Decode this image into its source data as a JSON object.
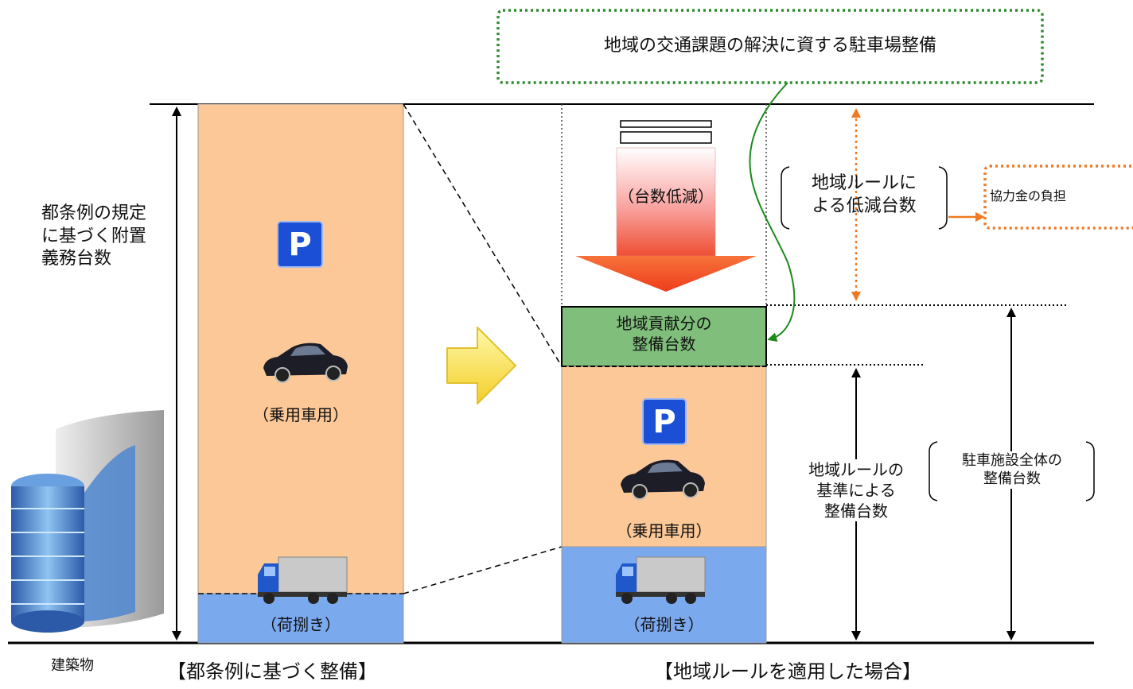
{
  "colors": {
    "peach": "#fcc897",
    "blue": "#7ba9ee",
    "green": "#7fbf7b",
    "green_line": "#1c8a1c",
    "orange": "#f07a22",
    "parking_sign": "#1a4fd6"
  },
  "icons": {
    "parking": "parking-sign-icon",
    "car": "car-icon",
    "truck": "truck-icon",
    "building": "building-icon",
    "arrow": "yellow-right-arrow-icon"
  },
  "top_box": {
    "text": "地域の交通課題の解決に資する駐車場整備"
  },
  "left_axis_label": [
    "都条例の規定",
    "に基づく附置",
    "義務台数"
  ],
  "left_column": {
    "parking_sign": "P",
    "car_label": "（乗用車用）",
    "truck_label": "（荷捌き）"
  },
  "right_column": {
    "reduction_label": "（台数低減）",
    "contribution_label": [
      "地域貢献分の",
      "整備台数"
    ],
    "parking_sign": "P",
    "car_label": "（乗用車用）",
    "truck_label": "（荷捌き）"
  },
  "reduction_note": [
    "地域ルールに",
    "よる低減台数"
  ],
  "contribution_box": {
    "text": "協力金の負担"
  },
  "rule_standard_label": [
    "地域ルールの",
    "基準による",
    "整備台数"
  ],
  "total_label": [
    "駐車施設全体の",
    "整備台数"
  ],
  "bottom_labels": {
    "building": "建築物",
    "left_title": "【都条例に基づく整備】",
    "right_title": "【地域ルールを適用した場合】"
  }
}
